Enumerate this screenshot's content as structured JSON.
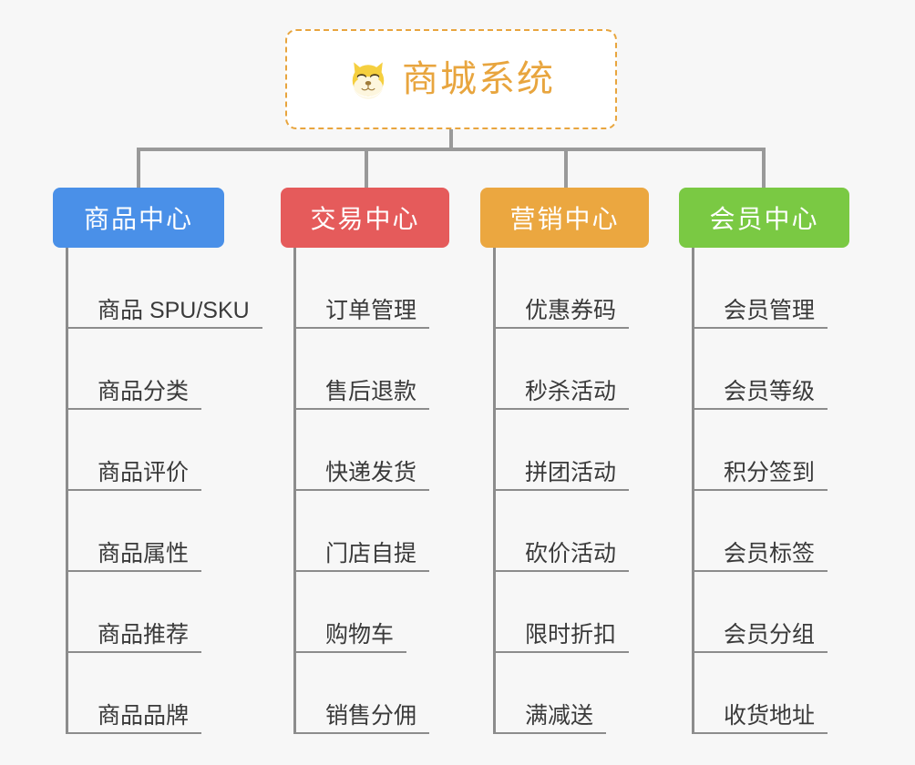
{
  "page": {
    "background_color": "#f7f7f7",
    "type": "mindmap"
  },
  "root": {
    "title": "商城系统",
    "icon": "dog-face-icon",
    "text_color": "#e8a53e",
    "border_color": "#e8a53e",
    "background_color": "#ffffff"
  },
  "connector": {
    "color": "#999999"
  },
  "branches": [
    {
      "label": "商品中心",
      "color": "#4a90e8",
      "items": [
        "商品 SPU/SKU",
        "商品分类",
        "商品评价",
        "商品属性",
        "商品推荐",
        "商品品牌"
      ]
    },
    {
      "label": "交易中心",
      "color": "#e55b5b",
      "items": [
        "订单管理",
        "售后退款",
        "快递发货",
        "门店自提",
        "购物车",
        "销售分佣"
      ]
    },
    {
      "label": "营销中心",
      "color": "#eba740",
      "items": [
        "优惠券码",
        "秒杀活动",
        "拼团活动",
        "砍价活动",
        "限时折扣",
        "满减送"
      ]
    },
    {
      "label": "会员中心",
      "color": "#7ac943",
      "items": [
        "会员管理",
        "会员等级",
        "积分签到",
        "会员标签",
        "会员分组",
        "收货地址"
      ]
    }
  ]
}
